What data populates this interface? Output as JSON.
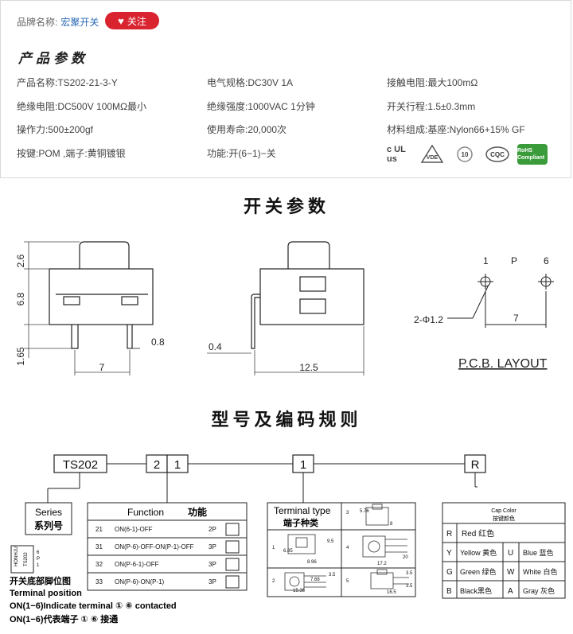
{
  "brand": {
    "label": "品牌名称:",
    "name": "宏聚开关",
    "follow_label": "关注"
  },
  "section_title": "产品参数",
  "params": [
    [
      "产品名称:TS202-21-3-Y",
      "电气规格:DC30V  1A",
      "接触电阻:最大100mΩ"
    ],
    [
      "绝缘电阻:DC500V  100MΩ最小",
      "绝缘强度:1000VAC  1分钟",
      "开关行程:1.5±0.3mm"
    ],
    [
      "操作力:500±200gf",
      "使用寿命:20,000次",
      "材料组成:基座:Nylon66+15% GF"
    ],
    [
      "按键:POM   ,端子:黄铜镀银",
      "功能:开(6−1)−关",
      ""
    ]
  ],
  "certs": [
    "c UL us",
    "VDE",
    "10",
    "CQC",
    "RoHS Compliant"
  ],
  "switch_params_title": "开关参数",
  "dims": {
    "d1": "2.6",
    "d2": "6.8",
    "d3": "1.65",
    "d4": "0.8",
    "d5": "7",
    "d6": "0.4",
    "d7": "12.5",
    "pin1": "1",
    "pinP": "P",
    "pin6": "6",
    "hole": "2-Φ1.2",
    "pitch": "7",
    "pcb": "P.C.B. LAYOUT"
  },
  "coding_title": "型号及编码规则",
  "code": {
    "series": "TS202",
    "c1": "2",
    "c2": "1",
    "c3": "1",
    "c4": "R"
  },
  "series_box": {
    "en": "Series",
    "cn": "系列号"
  },
  "terminal_pos": {
    "l1": "开关底部脚位图",
    "l2": "Terminal position",
    "l3": "ON(1−6)Indicate terminal ① ⑥ contacted",
    "l4": "ON(1−6)代表端子 ① ⑥ 接通",
    "m_hon": "HONHJU",
    "m_ts": "TS202",
    "m6": "6",
    "mp": "P",
    "m1": "1"
  },
  "function": {
    "title_en": "Function",
    "title_cn": "功能",
    "rows": [
      {
        "code": "21",
        "desc": "ON(6-1)-OFF",
        "p": "2P"
      },
      {
        "code": "31",
        "desc": "ON(P-6)-OFF-ON(P-1)-OFF",
        "p": "3P"
      },
      {
        "code": "32",
        "desc": "ON(P-6-1)-OFF",
        "p": "3P"
      },
      {
        "code": "33",
        "desc": "ON(P-6)-ON(P-1)",
        "p": "3P"
      }
    ]
  },
  "terminal_type": {
    "title_en": "Terminal type",
    "title_cn": "端子种类",
    "cells": [
      "1",
      "2",
      "3",
      "4",
      "5"
    ],
    "dims": {
      "a": "6.85",
      "b": "8.96",
      "c": "9.5",
      "d": "7.68",
      "e": "15.36",
      "f": "3.5",
      "g": "5.76",
      "h": "8",
      "i": "17.2",
      "j": "20",
      "k": "16.5",
      "l": "3.5",
      "m": "3.5"
    }
  },
  "cap": {
    "title_en": "Cap Color",
    "title_cn": "按键颜色",
    "rows": [
      {
        "k1": "R",
        "v1": "Red 红色",
        "k2": "",
        "v2": ""
      },
      {
        "k1": "Y",
        "v1": "Yellow 黄色",
        "k2": "U",
        "v2": "Blue 蓝色"
      },
      {
        "k1": "G",
        "v1": "Green 绿色",
        "k2": "W",
        "v2": "White 白色"
      },
      {
        "k1": "B",
        "v1": "Black黑色",
        "k2": "A",
        "v2": "Gray 灰色"
      }
    ]
  }
}
